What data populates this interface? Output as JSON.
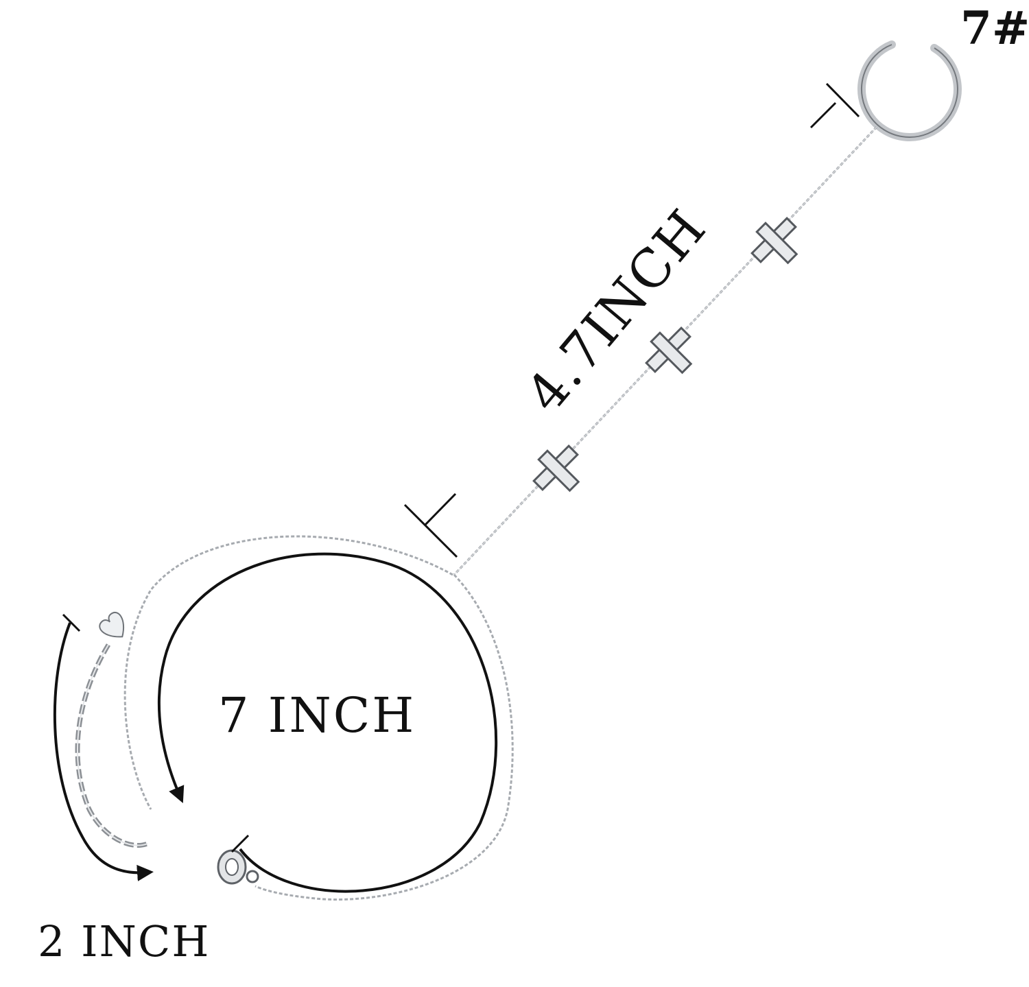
{
  "labels": {
    "ring_size": "7#",
    "finger_chain_length": "4.7INCH",
    "wrist_chain_length": "7 INCH",
    "extender_length": "2 INCH"
  },
  "colors": {
    "background": "#ffffff",
    "text": "#111111",
    "silver": "#b9bcc0",
    "silver_dark": "#6f7378",
    "measure_line": "#111111"
  },
  "icons": {
    "ring": "open-ring-icon",
    "cross": "cross-charm-icon",
    "heart_tag": "heart-tag-icon",
    "clasp": "lobster-clasp-icon"
  }
}
